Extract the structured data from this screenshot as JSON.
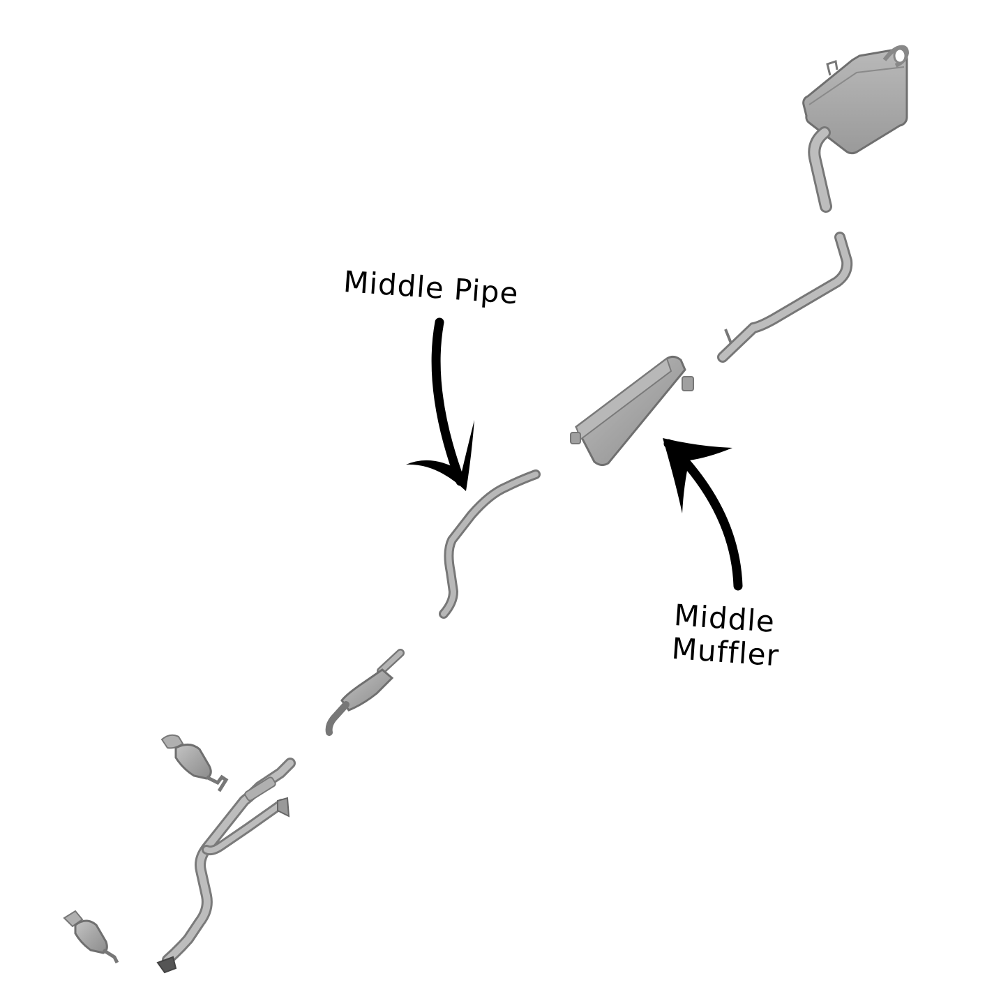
{
  "labels": {
    "middle_pipe": "Middle Pipe",
    "middle_muffler_line1": "Middle",
    "middle_muffler_line2": "Muffler"
  },
  "parts": [
    {
      "id": "rear-muffler",
      "icon": "muffler-icon"
    },
    {
      "id": "tail-pipe",
      "icon": "pipe-icon"
    },
    {
      "id": "middle-muffler",
      "icon": "muffler-icon"
    },
    {
      "id": "middle-pipe",
      "icon": "pipe-icon"
    },
    {
      "id": "catalytic-converter",
      "icon": "catalytic-converter-icon"
    },
    {
      "id": "front-y-pipe",
      "icon": "y-pipe-icon"
    },
    {
      "id": "manifold-converter-upper",
      "icon": "catalytic-converter-icon"
    },
    {
      "id": "manifold-converter-lower",
      "icon": "catalytic-converter-icon"
    }
  ],
  "colors": {
    "background": "#ffffff",
    "part_fill": "#a9a9a9",
    "part_shade": "#8a8a8a",
    "part_stroke": "#6f6f6f",
    "arrow": "#000000",
    "label": "#000000"
  }
}
